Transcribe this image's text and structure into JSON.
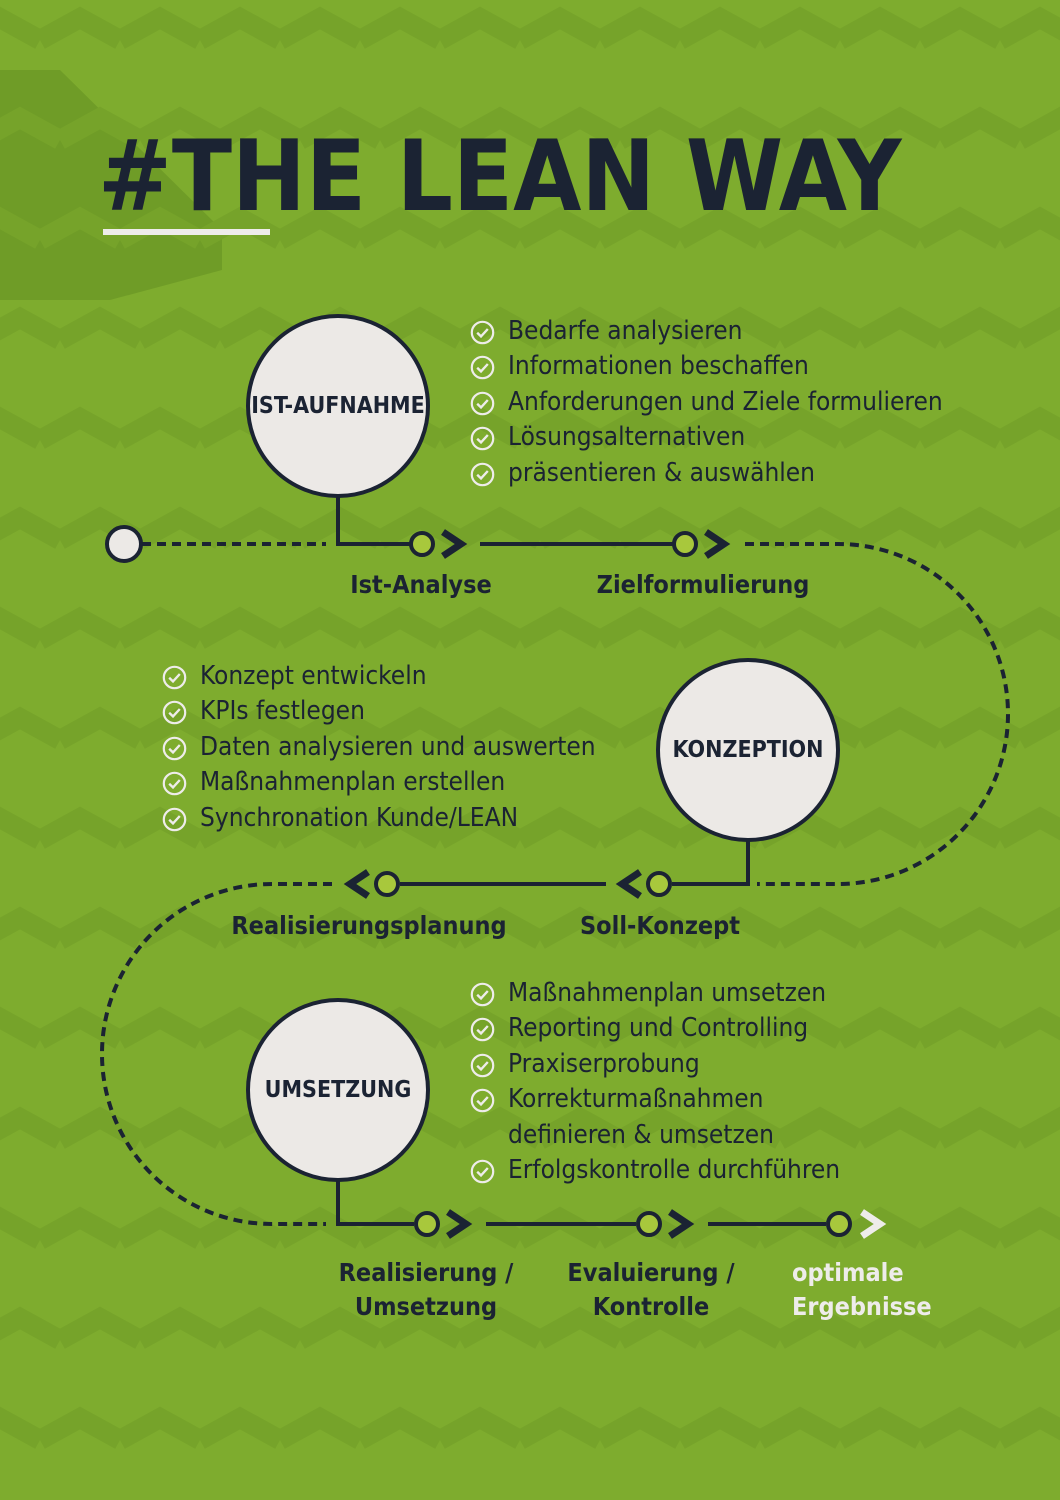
{
  "title": "#THE LEAN WAY",
  "colors": {
    "background": "#7eac2e",
    "background_pattern": "#76a32a",
    "dark": "#1b2333",
    "circle_fill": "#ece9e6",
    "dot_fill": "#a8c83c",
    "light_text": "#eeecea"
  },
  "icons": {
    "check": "check-circle-icon",
    "arrow": "chevron-right-icon"
  },
  "phases": [
    {
      "name": "IST-AUFNAHME",
      "tasks": [
        "Bedarfe analysieren",
        "Informationen beschaffen",
        "Anforderungen und Ziele formulieren",
        "Lösungsalternativen",
        "präsentieren & auswählen"
      ],
      "steps": [
        "Ist-Analyse",
        "Zielformulierung"
      ]
    },
    {
      "name": "KONZEPTION",
      "tasks": [
        "Konzept entwickeln",
        "KPIs festlegen",
        "Daten analysieren und auswerten",
        "Maßnahmenplan erstellen",
        "Synchronation Kunde/LEAN"
      ],
      "steps": [
        "Soll-Konzept",
        "Realisierungsplanung"
      ]
    },
    {
      "name": "UMSETZUNG",
      "tasks": [
        "Maßnahmenplan umsetzen",
        "Reporting und Controlling",
        "Praxiserprobung",
        "Korrekturmaßnahmen\ndefinieren & umsetzen",
        "Erfolgskontrolle durchführen"
      ],
      "steps": [
        "Realisierung /\nUmsetzung",
        "Evaluierung /\nKontrolle"
      ]
    }
  ],
  "result": "optimale\nErgebnisse"
}
